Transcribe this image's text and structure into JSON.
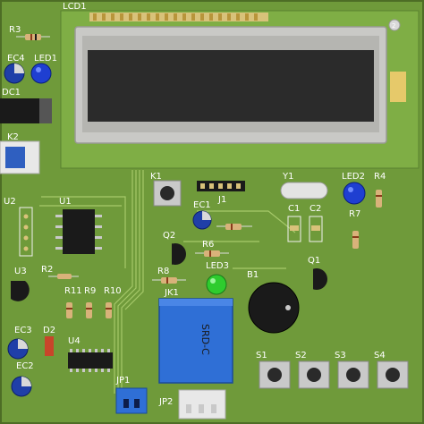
{
  "designators": {
    "lcd": "LCD1",
    "r3": "R3",
    "ec4": "EC4",
    "led1": "LED1",
    "dc1": "DC1",
    "k2": "K2",
    "u2": "U2",
    "u1": "U1",
    "u3": "U3",
    "r2": "R2",
    "r11": "R11",
    "r9": "R9",
    "r10": "R10",
    "ec3": "EC3",
    "d2": "D2",
    "u4": "U4",
    "ec2": "EC2",
    "k1": "K1",
    "j1": "J1",
    "ec1": "EC1",
    "y1": "Y1",
    "c1": "C1",
    "c2": "C2",
    "led2": "LED2",
    "r4": "R4",
    "r7": "R7",
    "q2": "Q2",
    "r6": "R6",
    "led3": "LED3",
    "r8": "R8",
    "jk1": "JK1",
    "b1": "B1",
    "q1": "Q1",
    "s1": "S1",
    "s2": "S2",
    "s3": "S3",
    "s4": "S4",
    "jp1": "JP1",
    "jp2": "JP2"
  },
  "lcd_pin_mark": "2",
  "relay_text": "SRD-C",
  "colors": {
    "pcb": "#6f9a3a",
    "pcb_dark": "#557a2a",
    "trace": "#a6c96a",
    "lcd_screen": "#2b2b2b",
    "lcd_frame": "#c9c9c6",
    "relay": "#2f6fd6",
    "led_blue": "#1f3fd1",
    "led_green": "#2ecc2e"
  }
}
